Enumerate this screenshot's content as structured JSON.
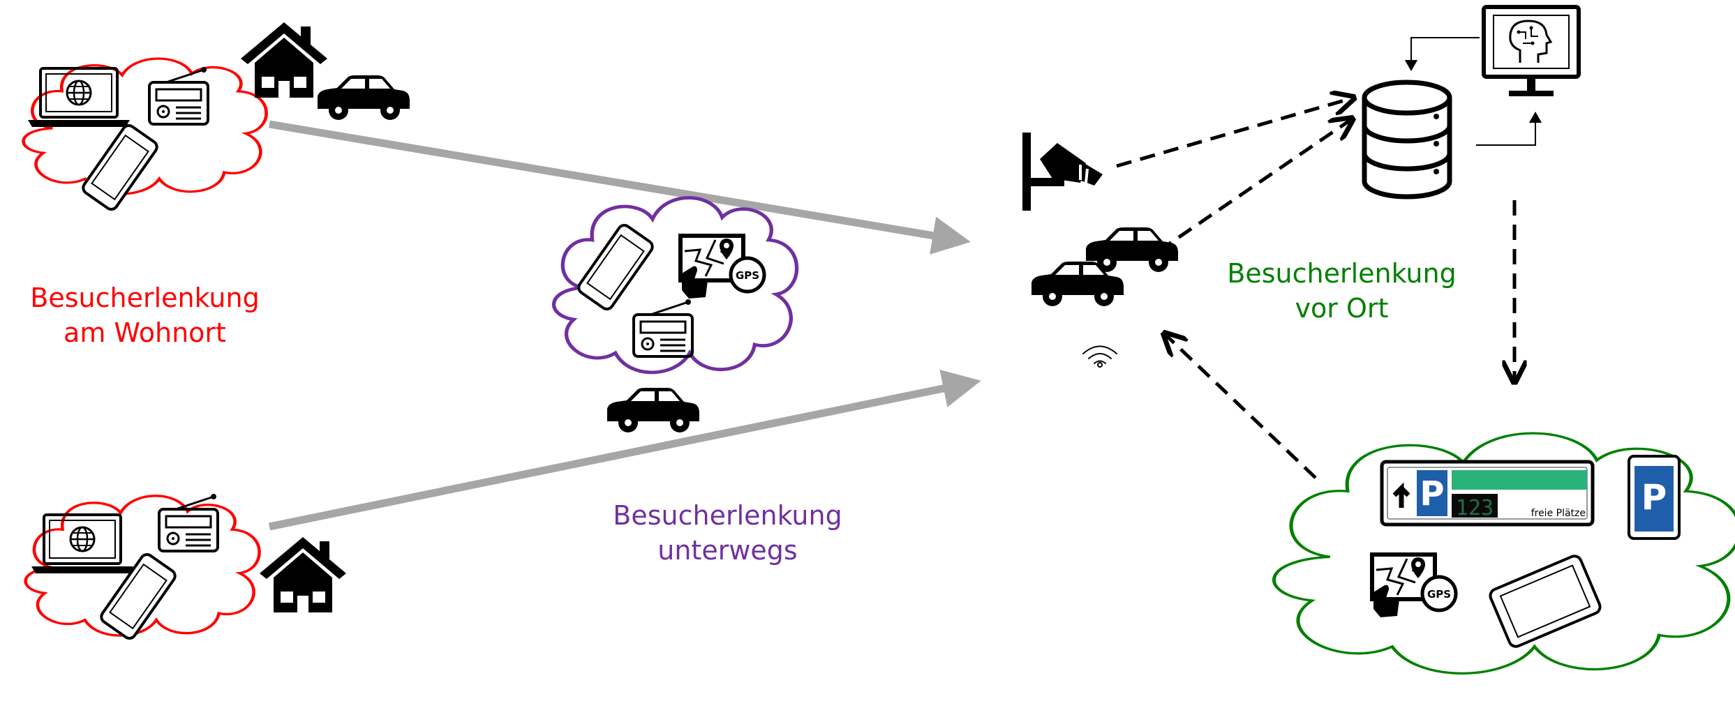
{
  "labels": {
    "home": {
      "line1": "Besucherlenkung",
      "line2": "am Wohnort"
    },
    "transit": {
      "line1": "Besucherlenkung",
      "line2": "unterwegs"
    },
    "onsite": {
      "line1": "Besucherlenkung",
      "line2": "vor Ort"
    }
  },
  "parking_sign": {
    "letter": "P",
    "counter": "123",
    "caption": "freie Plätze"
  },
  "phone_parking_letter": "P",
  "gps_badge": "GPS",
  "colors": {
    "home": "#ff0000",
    "transit": "#7030a0",
    "onsite": "#008000",
    "arrow_gray": "#a6a6a6",
    "parking_blue": "#1f5faa",
    "occupancy_green": "#2ab27b"
  }
}
